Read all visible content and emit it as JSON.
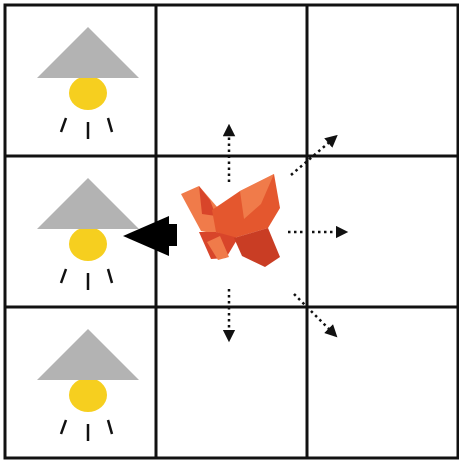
{
  "grid": {
    "rows": 3,
    "cols": 3,
    "line_color": "#111111",
    "background": "#ffffff"
  },
  "lamps": [
    {
      "name": "lamp-top-left",
      "row": 0,
      "col": 0,
      "shade_color": "#b3b3b3",
      "bulb_color": "#f6cf1f"
    },
    {
      "name": "lamp-middle-left",
      "row": 1,
      "col": 0,
      "shade_color": "#b3b3b3",
      "bulb_color": "#f6cf1f"
    },
    {
      "name": "lamp-bottom-left",
      "row": 2,
      "col": 0,
      "shade_color": "#b3b3b3",
      "bulb_color": "#f6cf1f"
    }
  ],
  "agent": {
    "name": "origami-bird",
    "row": 1,
    "col": 1,
    "colors": [
      "#e4572e",
      "#d8452a",
      "#f07b4a",
      "#c93d24"
    ]
  },
  "moves": {
    "chosen": "left",
    "candidates": [
      "up",
      "up-right",
      "right",
      "down-right",
      "down"
    ],
    "dotted_color": "#111111",
    "chosen_color": "#000000"
  }
}
